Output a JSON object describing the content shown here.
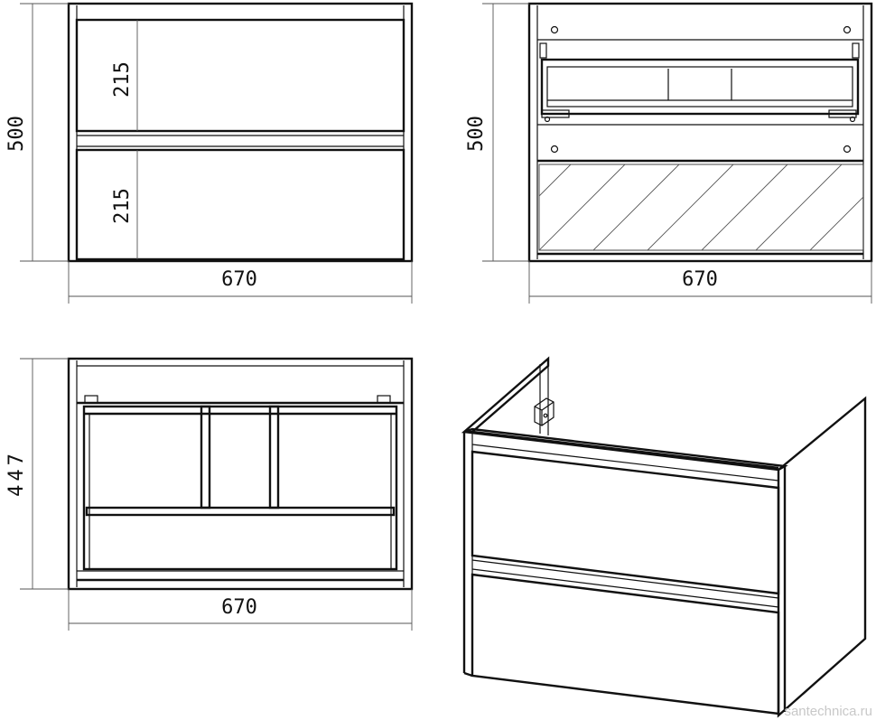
{
  "views": {
    "front": {
      "width_label": "670",
      "height_label": "500",
      "drawer_top_label": "215",
      "drawer_bottom_label": "215"
    },
    "back": {
      "width_label": "670",
      "height_label": "500"
    },
    "top": {
      "width_label": "670",
      "depth_label": "447"
    }
  },
  "watermark": "santechnica.ru",
  "colors": {
    "line": "#111111",
    "dimension": "#555555",
    "watermark": "#c8c8c8"
  }
}
